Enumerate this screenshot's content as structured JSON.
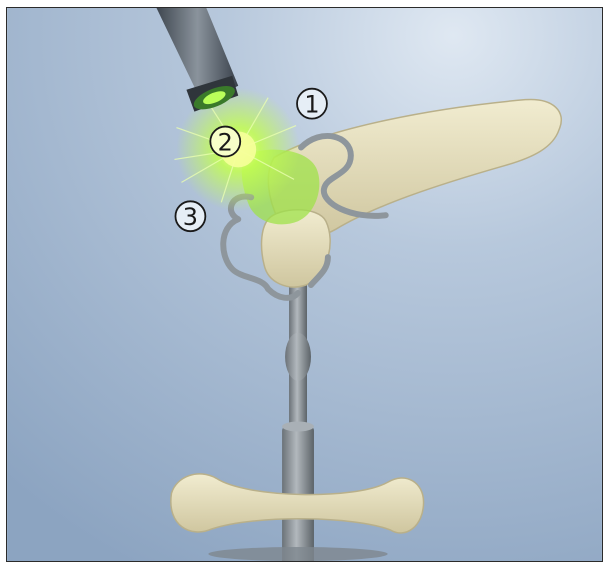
{
  "figure": {
    "markers": [
      {
        "id": "1",
        "label": "1"
      },
      {
        "id": "2",
        "label": "2"
      },
      {
        "id": "3",
        "label": "3"
      }
    ],
    "colors": {
      "background_light": "#c8d6e6",
      "background_dark": "#8ea6c3",
      "bone": "#e8e2c0",
      "bone_shadow": "#c9c19a",
      "instrument": "#8f969c",
      "instrument_dark": "#5d6469",
      "laser_glow": "#b6ff4a",
      "laser_core": "#e9ff6e"
    },
    "icons": {
      "laser_probe": "laser-probe-icon",
      "bone": "bone-icon"
    }
  }
}
